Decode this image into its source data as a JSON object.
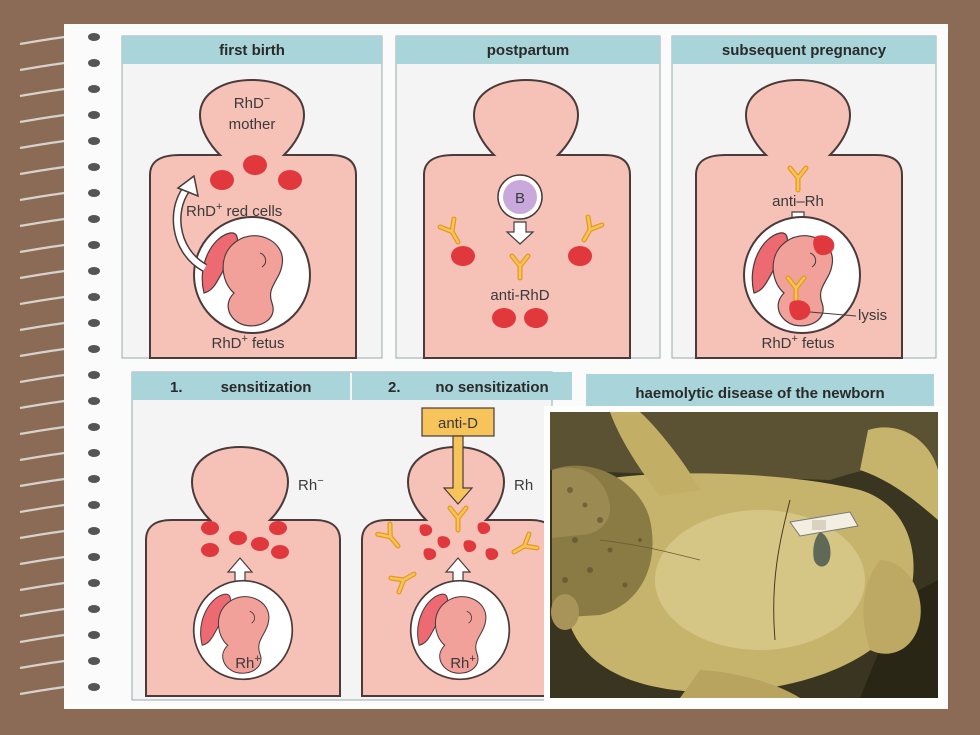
{
  "panels": {
    "first_birth": {
      "title": "first birth",
      "mother_label": "RhD",
      "mother_sign": "−",
      "mother_word": "mother",
      "cells_label": "RhD",
      "cells_sign": "+",
      "cells_word": "red cells",
      "fetus_label": "RhD",
      "fetus_sign": "+",
      "fetus_word": "fetus"
    },
    "postpartum": {
      "title": "postpartum",
      "bcell_label": "B",
      "antibody_label": "anti-RhD"
    },
    "subsequent": {
      "title": "subsequent pregnancy",
      "antibody_label": "anti–Rh",
      "lysis_label": "lysis",
      "fetus_label": "RhD",
      "fetus_sign": "+",
      "fetus_word": "fetus"
    },
    "sensitization": {
      "number": "1.",
      "title": "sensitization",
      "mother_label": "Rh",
      "mother_sign": "−",
      "fetus_label": "Rh",
      "fetus_sign": "+"
    },
    "no_sensitization": {
      "number": "2.",
      "title": "no sensitization",
      "injection_label": "anti-D",
      "mother_label": "Rh",
      "fetus_label": "Rh",
      "fetus_sign": "+"
    },
    "hdn": {
      "title": "haemolytic disease of the newborn"
    }
  },
  "colors": {
    "header_bg": "#a9d4d9",
    "panel_bg": "#fafafa",
    "body_fill": "#f6c2b8",
    "body_stroke": "#4a3a3a",
    "red_cell": "#e0383c",
    "antibody": "#f0b03a",
    "bcell": "#c9a8dc",
    "frame_bg": "#8b6b55"
  }
}
